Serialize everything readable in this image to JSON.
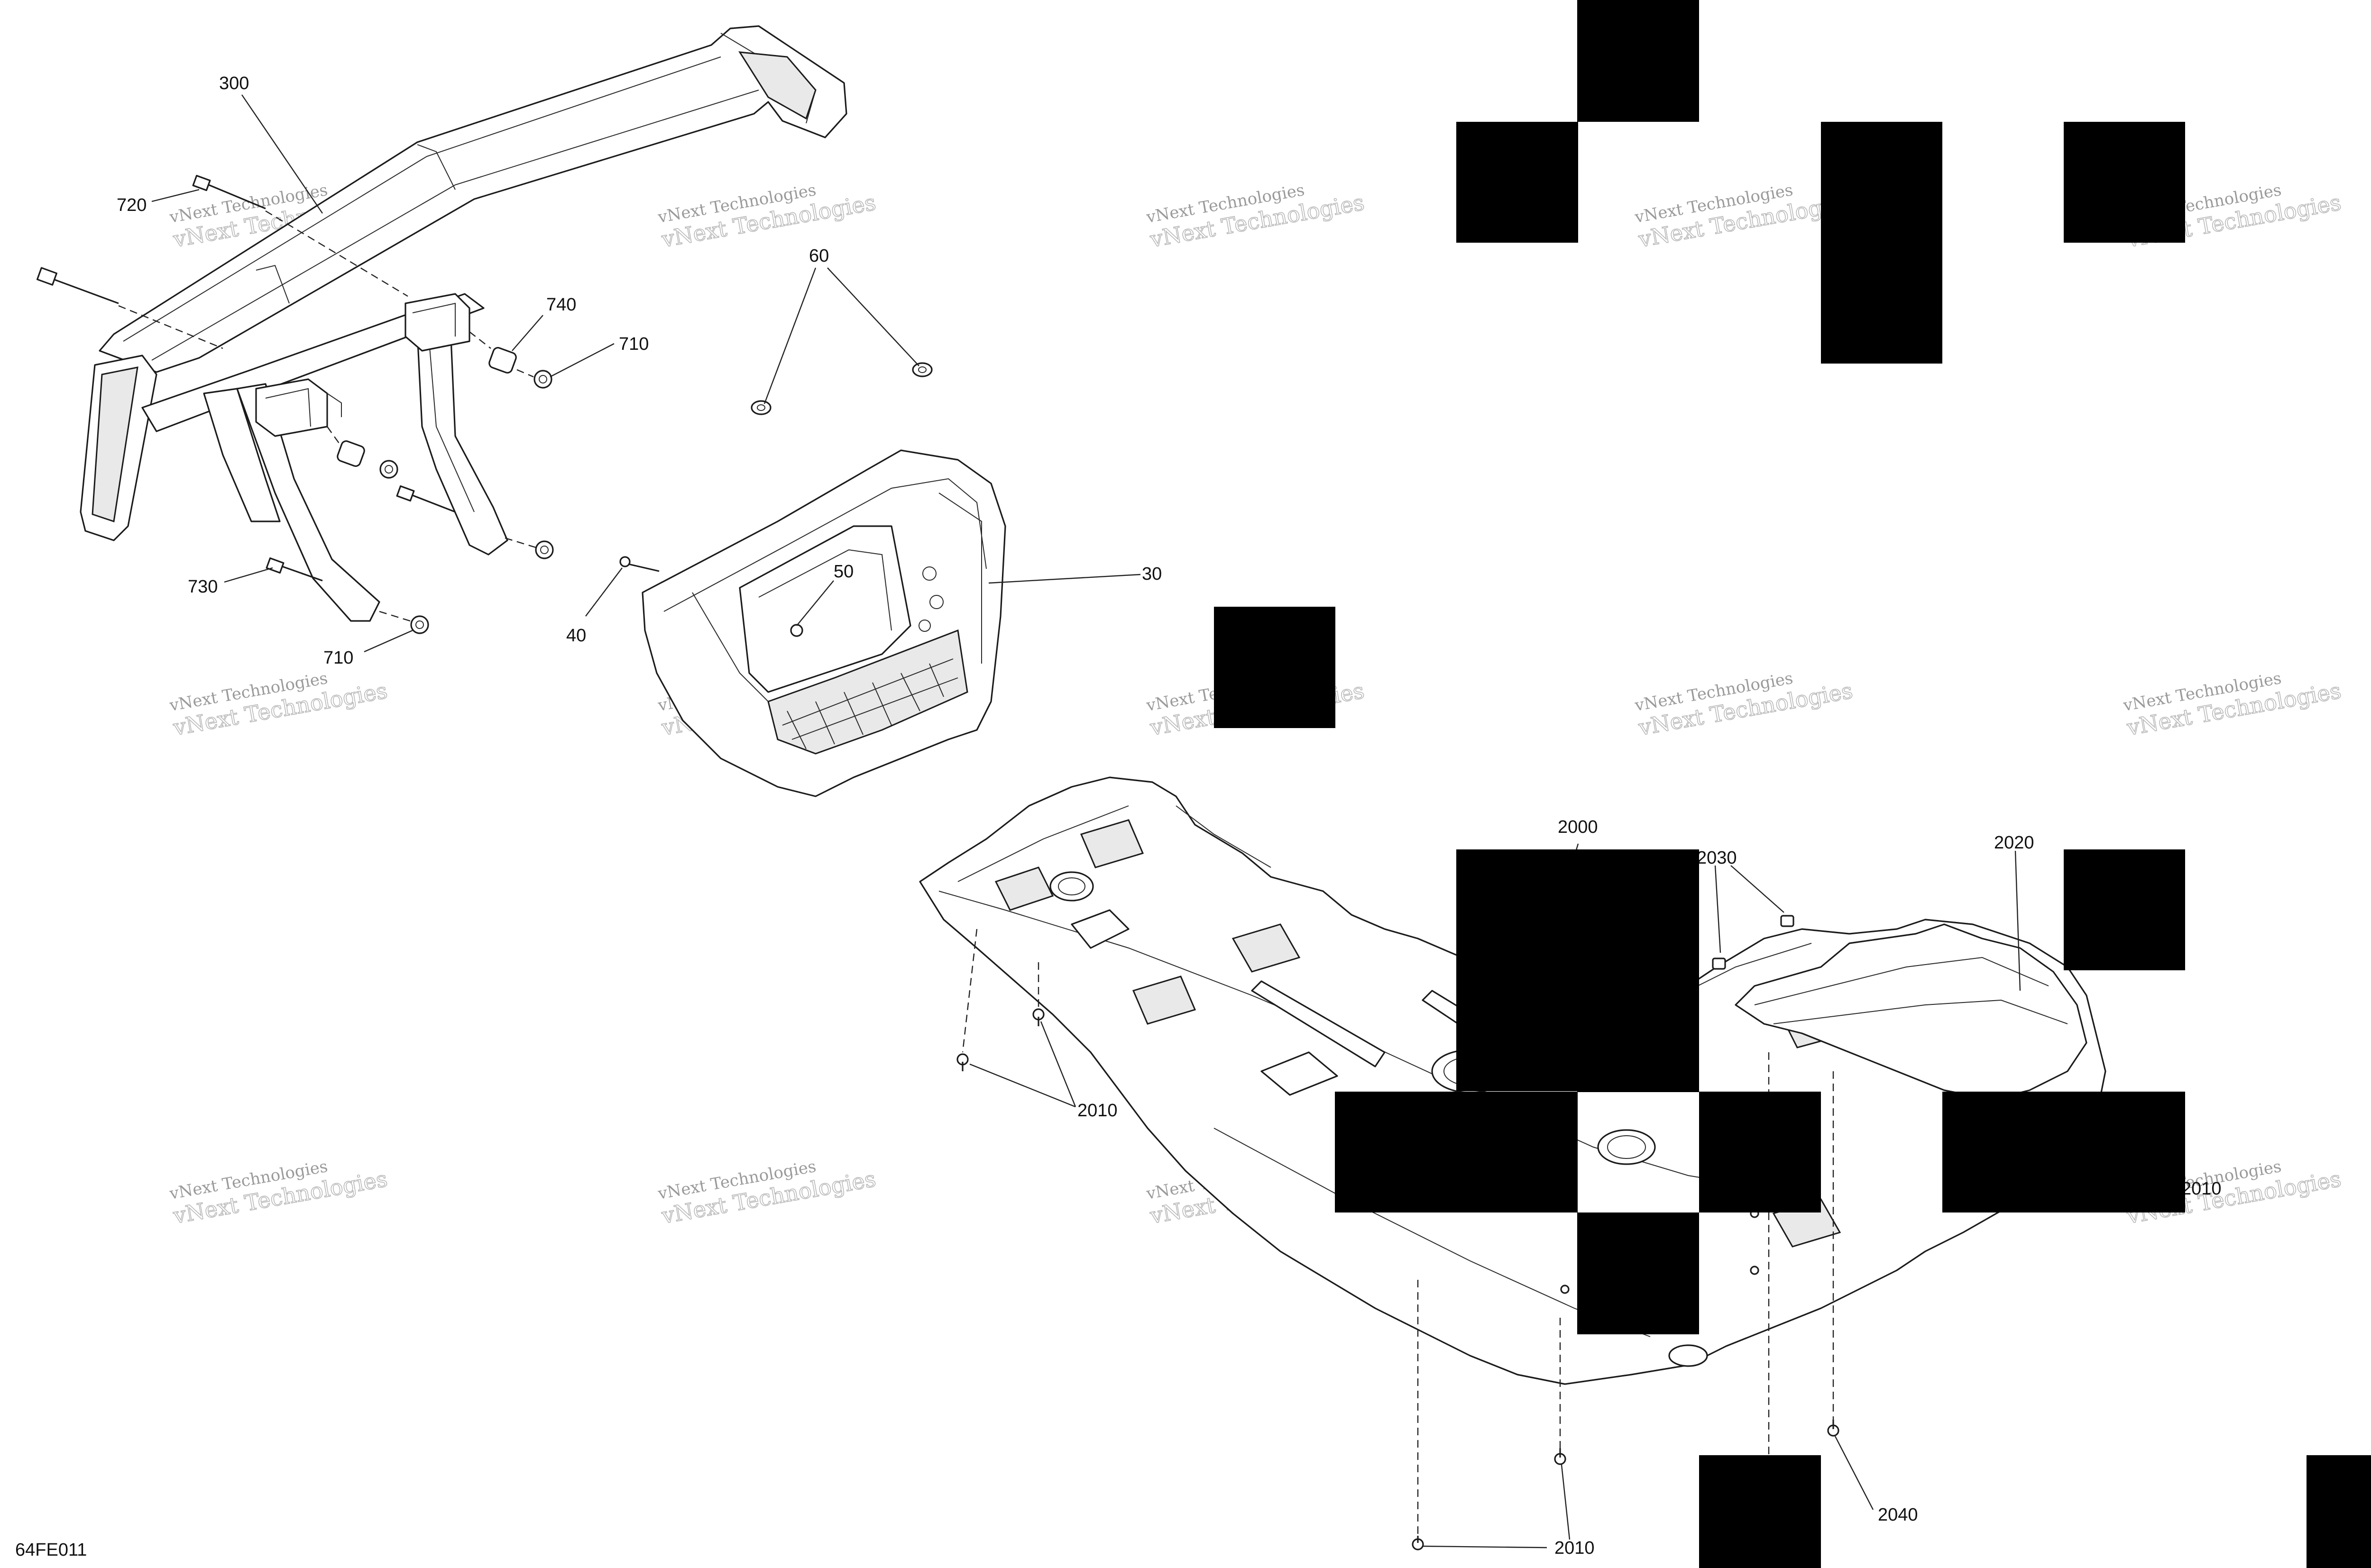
{
  "diagram_id": "64FE011",
  "watermark": {
    "line1": "vNext Technologies",
    "line2": "vNext Technologies"
  },
  "callouts": {
    "c30": "30",
    "c40": "40",
    "c50": "50",
    "c60": "60",
    "c300": "300",
    "c710a": "710",
    "c710b": "710",
    "c720": "720",
    "c730": "730",
    "c740": "740",
    "c2000": "2000",
    "c2010a": "2010",
    "c2010b": "2010",
    "c2010c": "2010",
    "c2020": "2020",
    "c2030": "2030",
    "c2040": "2040"
  }
}
